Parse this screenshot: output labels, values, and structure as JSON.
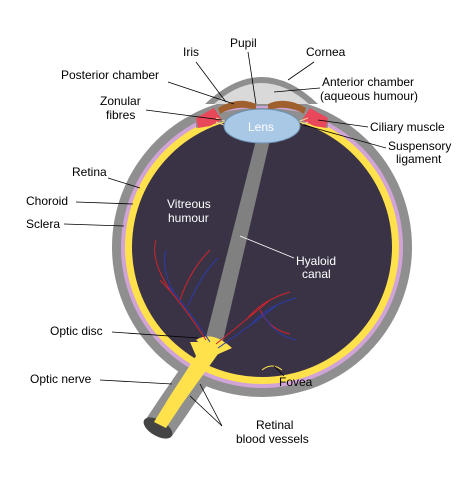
{
  "colors": {
    "sclera": "#8f8f8f",
    "choroid": "#d0a4d6",
    "retina": "#ffe14c",
    "vitreous": "#3a3345",
    "iris": "#a0602e",
    "ciliary": "#e8485a",
    "lens": "#a9c8e6",
    "canal": "#808080",
    "nerve": "#ffe14c",
    "vessel_red": "#d4232a",
    "vessel_blue": "#2a3ba8"
  },
  "labels": {
    "pupil": "Pupil",
    "iris": "Iris",
    "cornea": "Cornea",
    "posterior_chamber": "Posterior chamber",
    "anterior_chamber_1": "Anterior chamber",
    "anterior_chamber_2": "(aqueous humour)",
    "zonular_1": "Zonular",
    "zonular_2": "fibres",
    "ciliary_muscle": "Ciliary muscle",
    "lens": "Lens",
    "suspensory_1": "Suspensory",
    "suspensory_2": "ligament",
    "retina": "Retina",
    "choroid": "Choroid",
    "sclera": "Sclera",
    "vitreous_1": "Vitreous",
    "vitreous_2": "humour",
    "hyaloid_1": "Hyaloid",
    "hyaloid_2": "canal",
    "optic_disc": "Optic disc",
    "optic_nerve": "Optic nerve",
    "fovea": "Fovea",
    "retinal_vessels_1": "Retinal",
    "retinal_vessels_2": "blood vessels"
  }
}
